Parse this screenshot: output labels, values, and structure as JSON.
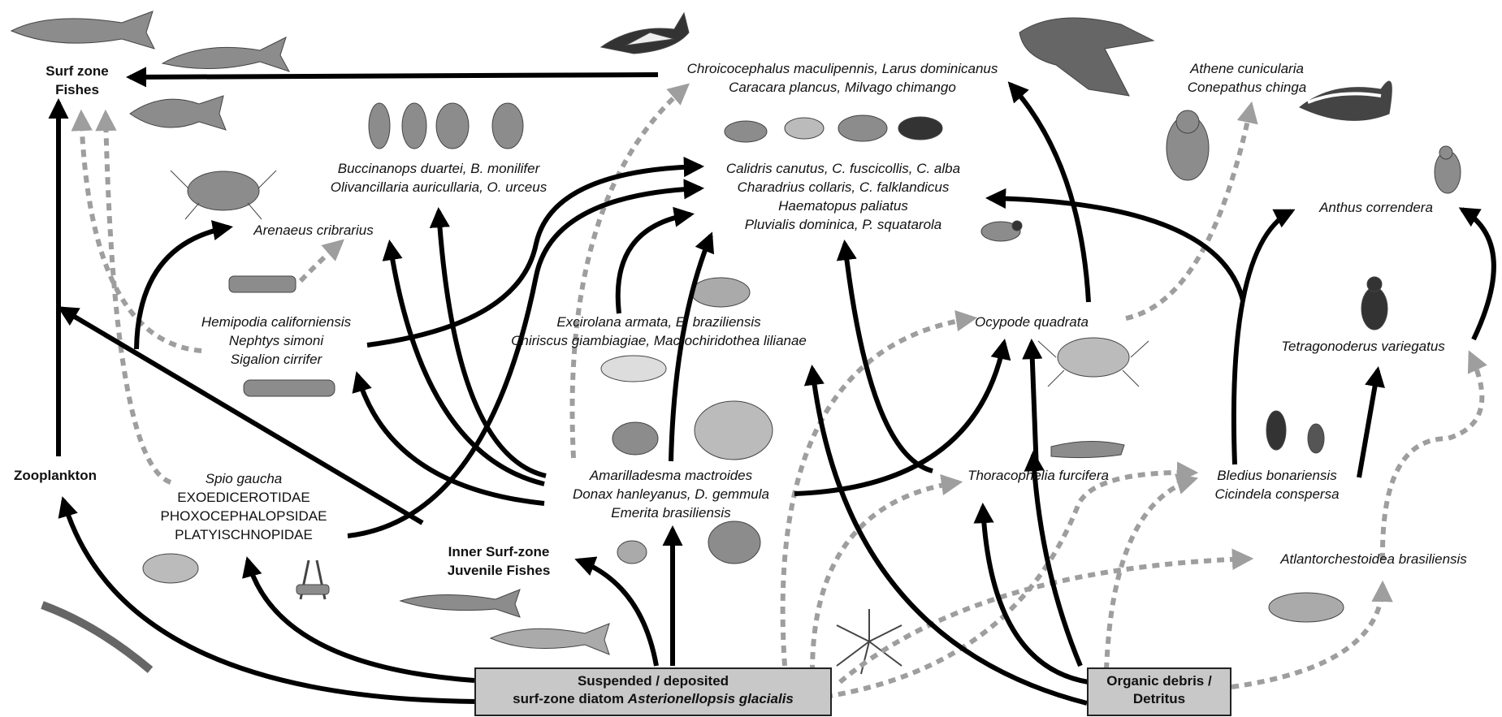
{
  "nodes": {
    "surf_fishes": [
      "Surf zone",
      "Fishes"
    ],
    "zooplankton": "Zooplankton",
    "birds_gulls": [
      "Chroicocephalus maculipennis, Larus dominicanus",
      "Caracara plancus, Milvago chimango"
    ],
    "owl_skunk": [
      "Athene cunicularia",
      "Conepathus chinga"
    ],
    "snails": [
      "Buccinanops duartei, B. monilifer",
      "Olivancillaria auricullaria, O. urceus"
    ],
    "shorebirds": [
      "Calidris canutus, C. fuscicollis, C. alba",
      "Charadrius collaris, C. falklandicus",
      "Haematopus paliatus",
      "Pluvialis dominica, P. squatarola"
    ],
    "anthus": "Anthus correndera",
    "arenaeus": "Arenaeus cribrarius",
    "polychaetes": [
      "Hemipodia californiensis",
      "Nephtys simoni",
      "Sigalion cirrifer"
    ],
    "isopods": [
      "Excirolana armata, E. braziliensis",
      "Chiriscus giambiagiae, Macrochiridothea lilianae"
    ],
    "ocypode": "Ocypode quadrata",
    "tetragonoderus": "Tetragonoderus variegatus",
    "spio": {
      "italic": "Spio gaucha",
      "families": [
        "EXOEDICEROTIDAE",
        "PHOXOCEPHALOPSIDAE",
        "PLATYISCHNOPIDAE"
      ]
    },
    "clams": [
      "Amarilladesma mactroides",
      "Donax hanleyanus, D. gemmula",
      "Emerita brasiliensis"
    ],
    "thoracophelia": "Thoracophelia furcifera",
    "bledius": [
      "Bledius bonariensis",
      "Cicindela conspersa"
    ],
    "juveniles": [
      "Inner Surf-zone",
      "Juvenile Fishes"
    ],
    "atlantorchestoidea": "Atlantorchestoidea brasiliensis",
    "diatom": {
      "line1": "Suspended / deposited",
      "line2_plain": "surf-zone diatom ",
      "line2_italic": "Asterionellopsis glacialis"
    },
    "detritus": [
      "Organic debris /",
      "Detritus"
    ]
  },
  "style": {
    "solid_arrow_color": "#000000",
    "dashed_arrow_color": "#9e9e9e",
    "box_fill": "#c8c8c8",
    "organism_fill": "#8c8c8c"
  },
  "illustrations": [
    "fish-icon",
    "catfish-icon",
    "flatfish-icon",
    "gull-icon",
    "caracara-icon",
    "owl-icon",
    "skunk-icon",
    "snail-shells-icon",
    "shorebirds-icon",
    "plover-icon",
    "pipit-icon",
    "crab-icon",
    "polychaete-icon",
    "isopod-icon",
    "ghost-crab-icon",
    "beetle-icon",
    "clam-icon",
    "mole-crab-icon",
    "amphipod-icon",
    "tiger-beetle-icon",
    "worm-icon",
    "juvenile-fish-icon",
    "shrimp-icon",
    "diatom-colony-icon",
    "talitrid-icon"
  ]
}
